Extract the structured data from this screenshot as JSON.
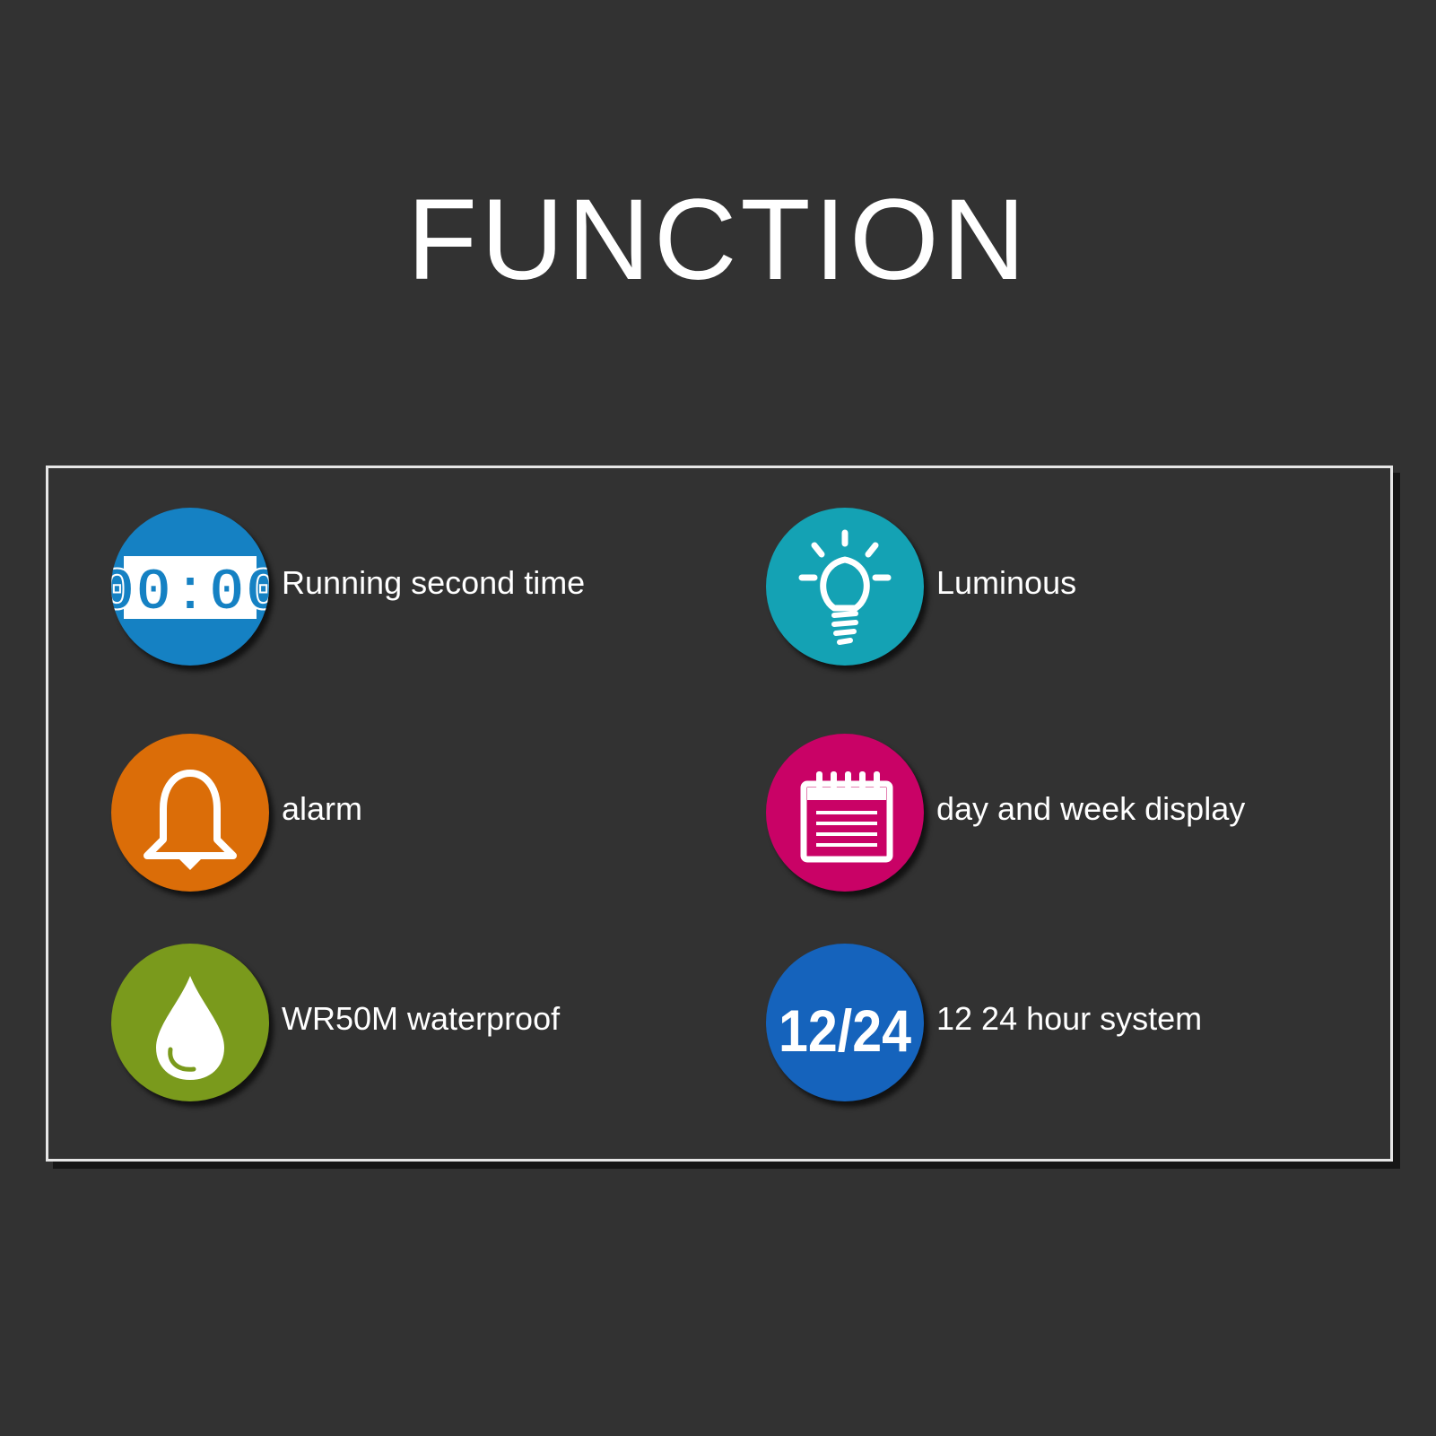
{
  "title": "FUNCTION",
  "features": [
    {
      "label": "Running second time",
      "icon": "digital-clock-icon",
      "color": "#1581c3",
      "icon_text": "00:00"
    },
    {
      "label": "Luminous",
      "icon": "light-bulb-icon",
      "color": "#14a2b4"
    },
    {
      "label": "alarm",
      "icon": "bell-icon",
      "color": "#db6d08"
    },
    {
      "label": "day and week display",
      "icon": "calendar-icon",
      "color": "#c90266"
    },
    {
      "label": "WR50M waterproof",
      "icon": "water-drop-icon",
      "color": "#7a9a1c"
    },
    {
      "label": "12 24 hour system",
      "icon": "twelve-twenty-four-icon",
      "color": "#1563bc",
      "icon_text": "12/24"
    }
  ]
}
